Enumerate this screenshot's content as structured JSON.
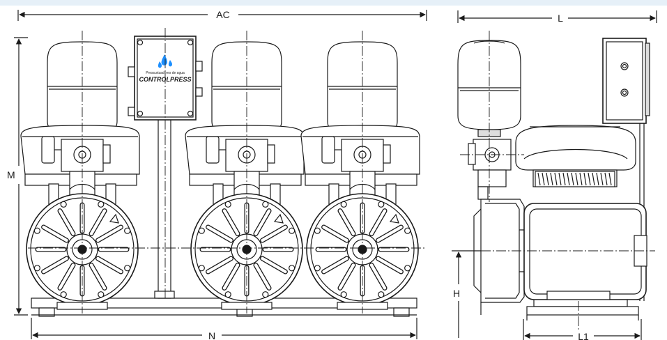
{
  "dimensions": {
    "overall_width": "AC",
    "height": "M",
    "base_width": "N",
    "depth": "L",
    "axis_height": "H",
    "foot_spacing": "L1"
  },
  "panel_logo": {
    "tagline": "Pressurizadores de agua",
    "brand": "CONTROLPRESS"
  },
  "colors": {
    "line": "#1a1a1a",
    "fill": "#ffffff",
    "shade": "#dddddd",
    "accent_drop": "#1e90ff",
    "topbar": "#e6f0f8"
  }
}
